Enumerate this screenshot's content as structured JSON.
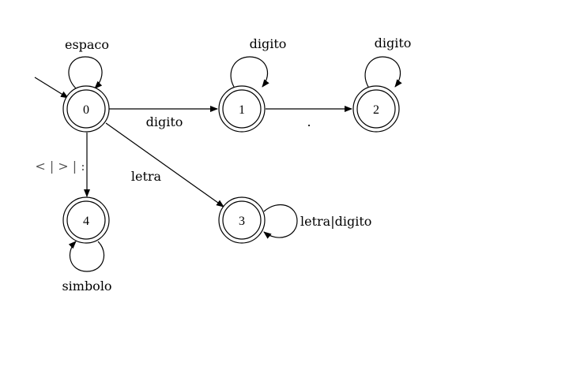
{
  "diagram": {
    "states": [
      {
        "id": "s0",
        "label": "0"
      },
      {
        "id": "s1",
        "label": "1"
      },
      {
        "id": "s2",
        "label": "2"
      },
      {
        "id": "s3",
        "label": "3"
      },
      {
        "id": "s4",
        "label": "4"
      }
    ],
    "transitions": [
      {
        "id": "t-start",
        "from": "",
        "to": "s0",
        "label": ""
      },
      {
        "id": "t-0-0",
        "from": "s0",
        "to": "s0",
        "label": "espaco"
      },
      {
        "id": "t-0-1",
        "from": "s0",
        "to": "s1",
        "label": "digito"
      },
      {
        "id": "t-1-1",
        "from": "s1",
        "to": "s1",
        "label": "digito"
      },
      {
        "id": "t-1-2",
        "from": "s1",
        "to": "s2",
        "label": "."
      },
      {
        "id": "t-2-2",
        "from": "s2",
        "to": "s2",
        "label": "digito"
      },
      {
        "id": "t-0-3",
        "from": "s0",
        "to": "s3",
        "label": "letra"
      },
      {
        "id": "t-3-3",
        "from": "s3",
        "to": "s3",
        "label": "letra|digito"
      },
      {
        "id": "t-0-4",
        "from": "s0",
        "to": "s4",
        "label": "< | > | :"
      },
      {
        "id": "t-4-4",
        "from": "s4",
        "to": "s4",
        "label": "simbolo"
      }
    ],
    "colors": {
      "stroke": "#000000",
      "muted_label": "#555555",
      "background": "#ffffff"
    }
  }
}
